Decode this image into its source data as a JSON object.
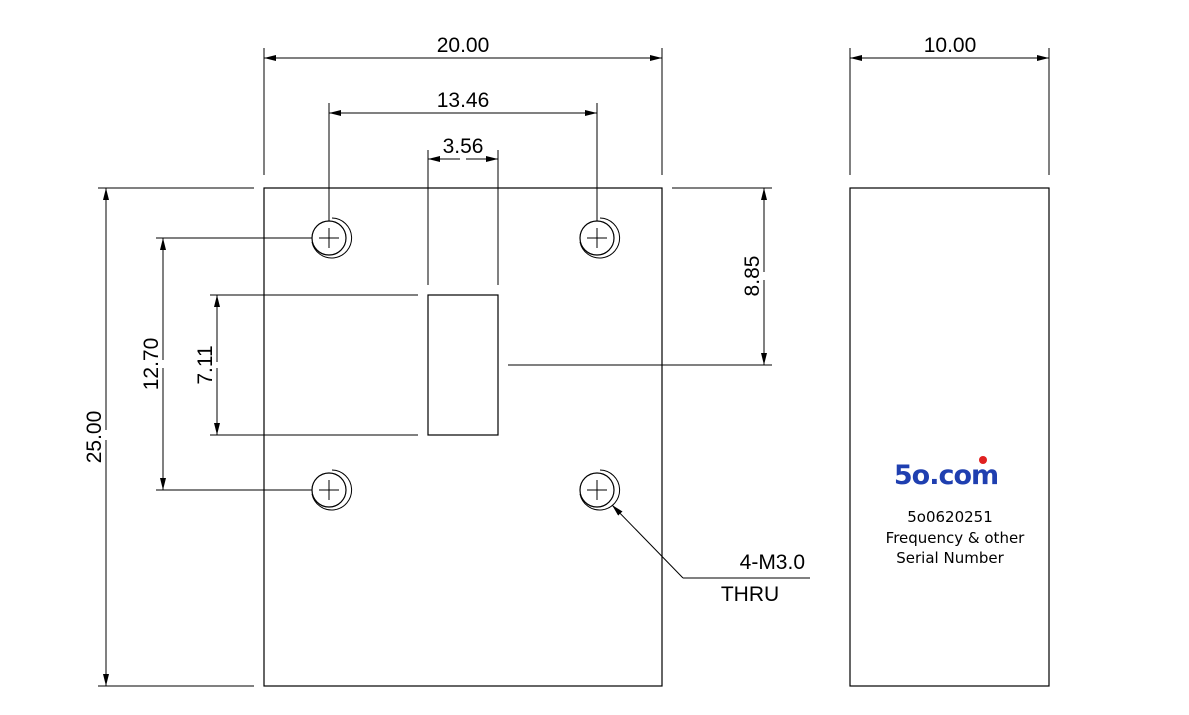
{
  "dimensions": {
    "front_width": "20.00",
    "hole_spacing_x": "13.46",
    "slot_width": "3.56",
    "side_width": "10.00",
    "height_total": "25.00",
    "hole_spacing_y": "12.70",
    "slot_height": "7.11",
    "top_to_slot_offset": "8.85"
  },
  "hole_callout": {
    "line1": "4-M3.0",
    "line2": "THRU"
  },
  "side_label": {
    "logo": "5o.com",
    "logo_dot_color": "#e02020",
    "logo_color": "#1f3fb0",
    "part_number": "5o0620251",
    "line2": "Frequency & other",
    "line3": "Serial Number"
  }
}
